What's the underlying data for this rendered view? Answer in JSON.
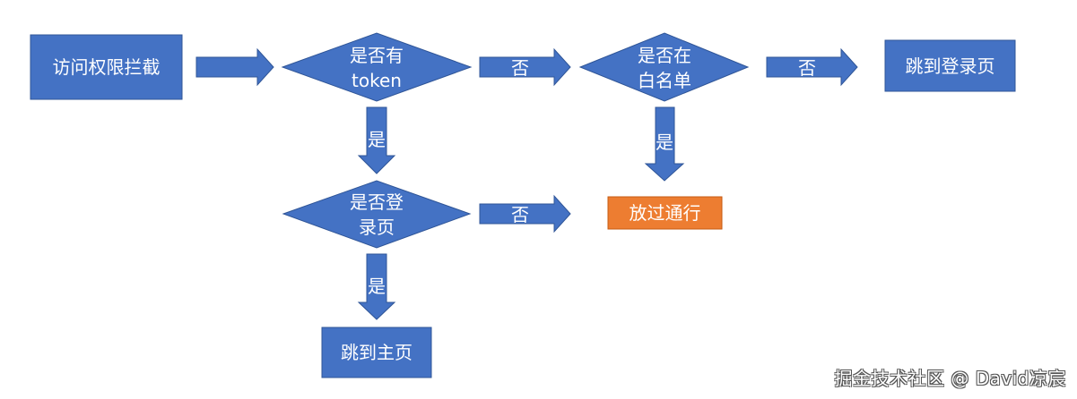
{
  "colors": {
    "shape_fill": "#4472C4",
    "shape_stroke": "#2F5597",
    "highlight_fill": "#ED7D31",
    "text": "#FFFFFF"
  },
  "nodes": {
    "intercept": "访问权限拦截",
    "has_token": [
      "是否有",
      "token"
    ],
    "in_whitelist": [
      "是否在",
      "白名单"
    ],
    "goto_login": "跳到登录页",
    "is_login_page": [
      "是否登",
      "录页"
    ],
    "allow_pass": "放过通行",
    "goto_home": "跳到主页"
  },
  "edges": {
    "token_no": "否",
    "whitelist_no": "否",
    "token_yes": "是",
    "whitelist_yes": "是",
    "login_page_no": "否",
    "login_page_yes": "是"
  },
  "watermark": "掘金技术社区 @ David凉宸"
}
